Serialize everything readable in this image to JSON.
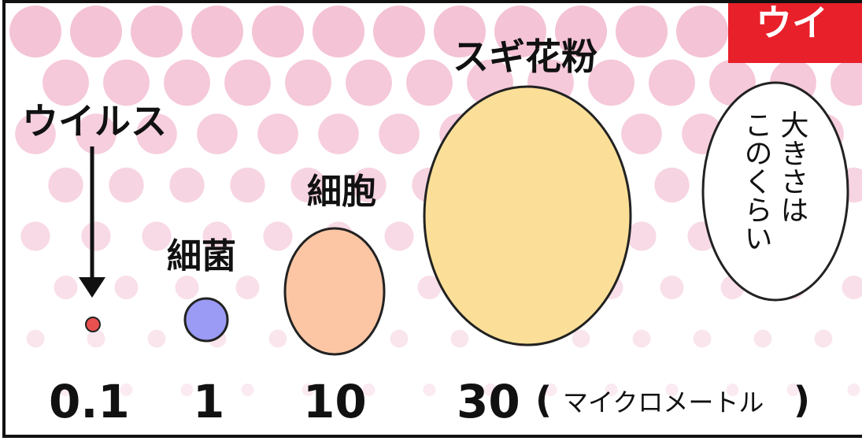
{
  "labels": {
    "virus": "ウイルス",
    "bacteria": "細菌",
    "cell": "細胞",
    "pollen": "スギ花粉"
  },
  "sizes": {
    "virus": "0.1",
    "bacteria": "1",
    "cell": "10",
    "pollen": "30",
    "unit_open": "(",
    "unit": "マイクロメートル",
    "unit_close": ")"
  },
  "bubble": {
    "line1": "大きさは",
    "line2": "このくらい"
  },
  "banner": {
    "text": "ウイ"
  },
  "colors": {
    "dots": "#f2b8cf",
    "virus": "#e8504f",
    "bacteria": "#9b9bf5",
    "cell": "#fcc6a4",
    "pollen": "#fbdf98",
    "banner": "#e8202a"
  },
  "icons": {
    "arrow": "down-arrow-icon"
  }
}
